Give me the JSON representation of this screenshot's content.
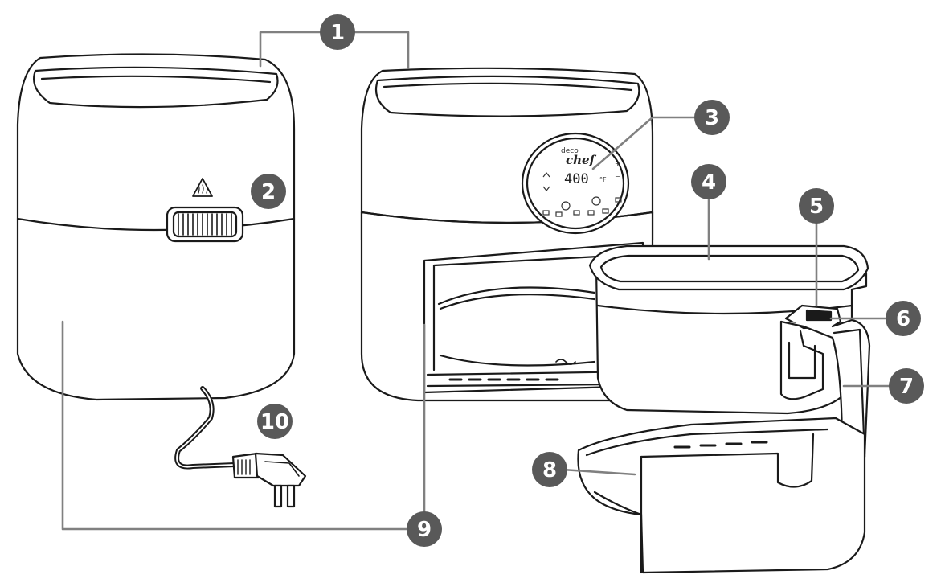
{
  "callouts": [
    {
      "id": "1",
      "label": "1"
    },
    {
      "id": "2",
      "label": "2"
    },
    {
      "id": "3",
      "label": "3"
    },
    {
      "id": "4",
      "label": "4"
    },
    {
      "id": "5",
      "label": "5"
    },
    {
      "id": "6",
      "label": "6"
    },
    {
      "id": "7",
      "label": "7"
    },
    {
      "id": "8",
      "label": "8"
    },
    {
      "id": "9",
      "label": "9"
    },
    {
      "id": "10",
      "label": "10"
    }
  ],
  "control_panel": {
    "brand_top": "deco",
    "brand_bottom": "chef",
    "display_value": "400",
    "unit": "°F",
    "plus": "+",
    "minus": "−"
  },
  "colors": {
    "callout_fill": "#595959",
    "outline": "#1a1a1a",
    "leader_line": "#808080",
    "body_fill": "#ffffff"
  }
}
